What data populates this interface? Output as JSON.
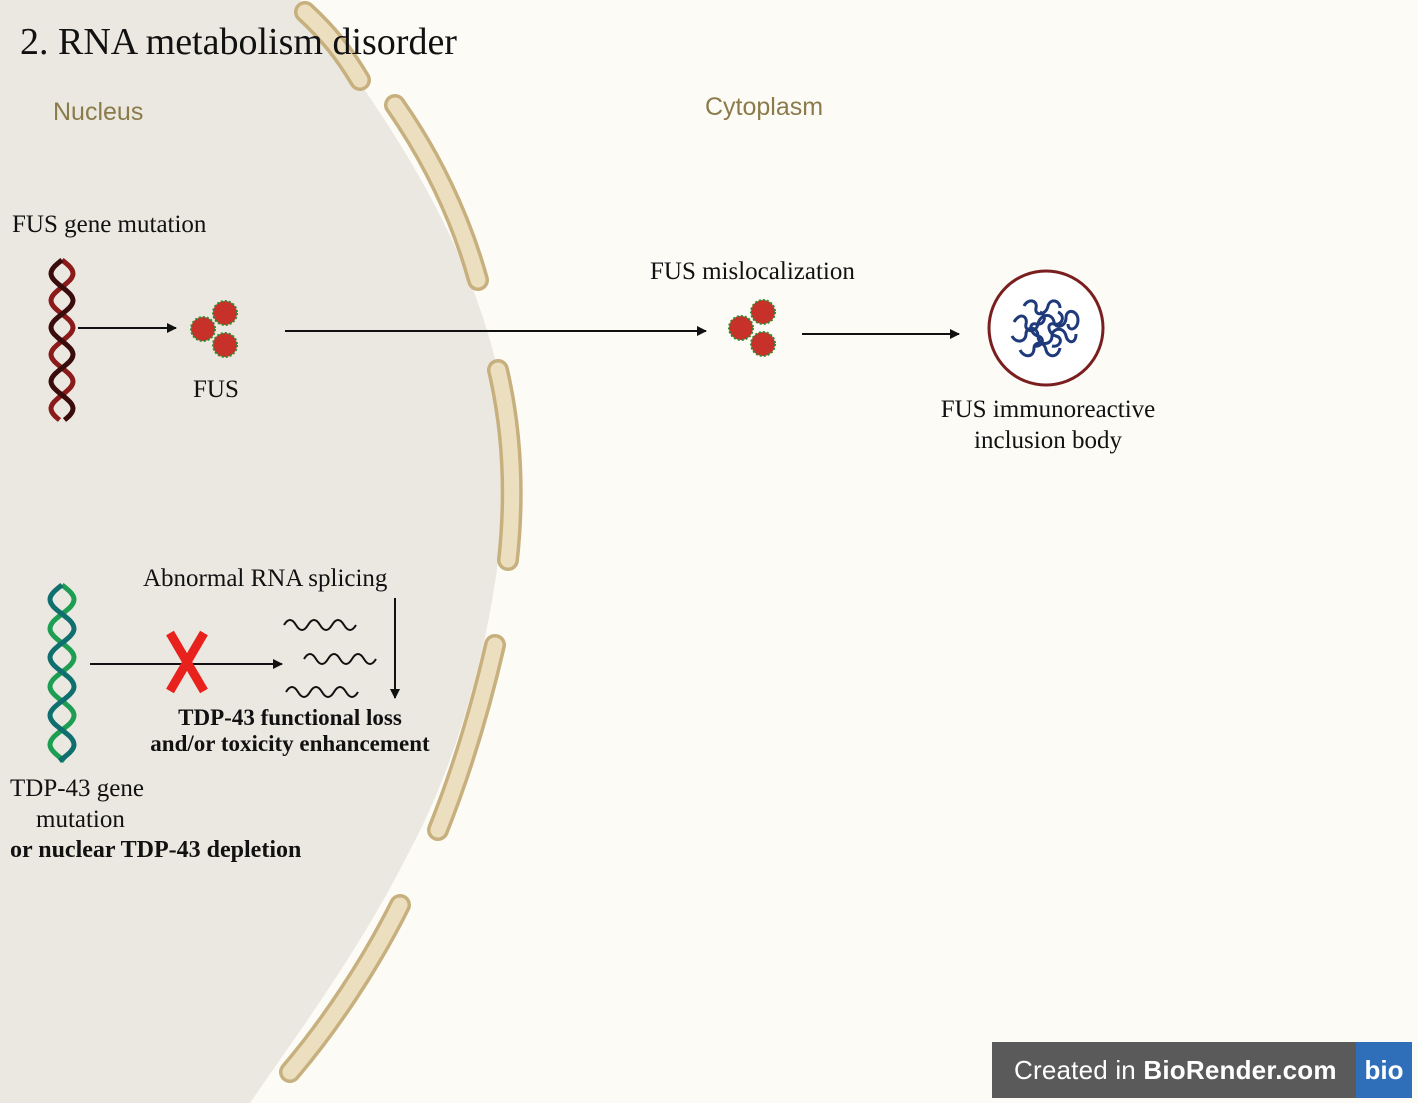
{
  "title": "2. RNA metabolism disorder",
  "compartments": {
    "nucleus": "Nucleus",
    "cytoplasm": "Cytoplasm"
  },
  "labels": {
    "fus_gene_mutation": "FUS gene mutation",
    "fus": "FUS",
    "fus_mislocalization": "FUS mislocalization",
    "inclusion_line1": "FUS immunoreactive",
    "inclusion_line2": "inclusion body",
    "abnormal_splicing": "Abnormal RNA splicing",
    "tdp_loss_line1": "TDP-43 functional loss",
    "tdp_loss_line2": "and/or toxicity enhancement",
    "tdp_mut_line1": "TDP-43 gene",
    "tdp_mut_line2": "mutation",
    "tdp_mut_line3": "or nuclear TDP-43 depletion"
  },
  "watermark": {
    "prefix": "Created in ",
    "brand": "BioRender.com",
    "logo": "bio"
  },
  "colors": {
    "nucleus_fill": "#ebe8e1",
    "cytoplasm_fill": "#fcfbf6",
    "pore_fill": "#ecdfc0",
    "pore_stroke": "#c7b07e",
    "fus_red": "#c8302a",
    "fus_border": "#2e8a2e",
    "dna_red": "#8b1a1a",
    "dna_dark": "#3a0c0c",
    "dna_green": "#1e9e52",
    "dna_teal": "#0f6f6f",
    "inclusion_ring": "#7a1f1f",
    "inclusion_coil": "#1f3a7a",
    "block_x": "#e8211d",
    "compartment_label": "#8b7a4a",
    "watermark_bg": "#5a5a5a",
    "watermark_logo": "#2f6fba"
  }
}
